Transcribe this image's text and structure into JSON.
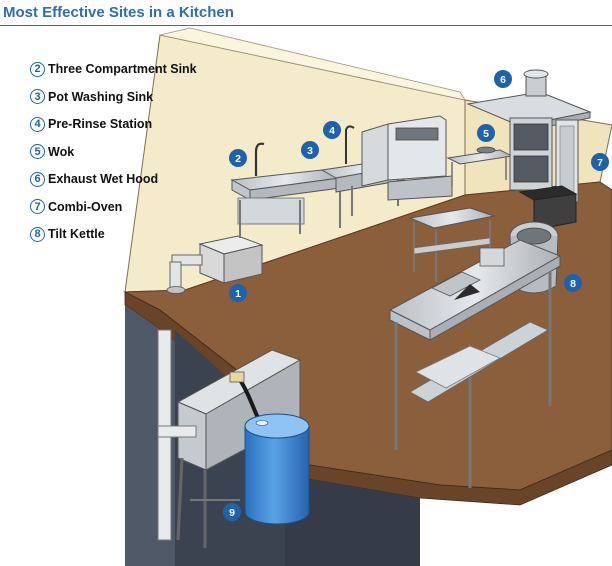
{
  "title": "Most Effective Sites in a Kitchen",
  "colors": {
    "accent": "#2f6db5",
    "marker": "#1e62ad",
    "floor": "#8b5e3c",
    "wall": "#f3ebc9",
    "steel": "#c9ced3",
    "drum": "#3d88d6"
  },
  "legend": [
    {
      "num": "2",
      "label": "Three Compartment Sink"
    },
    {
      "num": "3",
      "label": "Pot Washing Sink"
    },
    {
      "num": "4",
      "label": "Pre-Rinse Station"
    },
    {
      "num": "5",
      "label": "Wok"
    },
    {
      "num": "6",
      "label": "Exhaust Wet Hood"
    },
    {
      "num": "7",
      "label": "Combi-Oven"
    },
    {
      "num": "8",
      "label": "Tilt Kettle"
    }
  ],
  "markers": [
    "1",
    "2",
    "3",
    "4",
    "5",
    "6",
    "7",
    "8",
    "9"
  ]
}
